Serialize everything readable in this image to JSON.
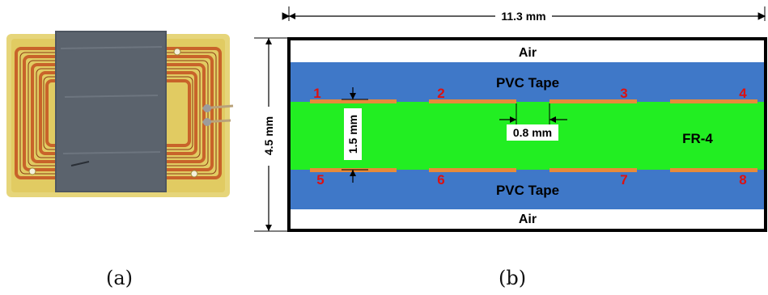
{
  "captions": {
    "a": "(a)",
    "b": "(b)"
  },
  "diagram": {
    "width_label": "11.3 mm",
    "height_label": "4.5 mm",
    "trace_height_label": "1.5 mm",
    "gap_label": "0.8 mm",
    "layers": {
      "top_air": "Air",
      "top_tape": "PVC Tape",
      "core": "FR-4",
      "bottom_tape": "PVC Tape",
      "bottom_air": "Air"
    },
    "trace_numbers_top": [
      "1",
      "2",
      "3",
      "4"
    ],
    "trace_numbers_bottom": [
      "5",
      "6",
      "7",
      "8"
    ],
    "colors": {
      "air": "#ffffff",
      "pvc_tape": "#3f78c8",
      "fr4": "#22ee22",
      "trace": "#e78a3a",
      "numbers": "#dd1111",
      "border": "#000000"
    }
  }
}
